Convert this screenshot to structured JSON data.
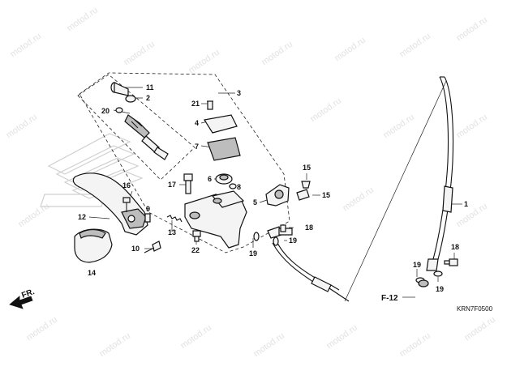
{
  "watermark_text": "motod.ru",
  "callouts": {
    "n1": "1",
    "n2": "2",
    "n3": "3",
    "n4": "4",
    "n5": "5",
    "n6": "6",
    "n7": "7",
    "n8": "8",
    "n9": "9",
    "n10": "10",
    "n11": "11",
    "n12": "12",
    "n13": "13",
    "n14": "14",
    "n15a": "15",
    "n15b": "15",
    "n16": "16",
    "n17": "17",
    "n18a": "18",
    "n18b": "18",
    "n19a": "19",
    "n19b": "19",
    "n19c": "19",
    "n19d": "19",
    "n20": "20",
    "n21": "21",
    "n22": "22"
  },
  "references": {
    "front_arrow": "FR.",
    "section_ref": "F-12",
    "diagram_code": "KRN7F0500"
  },
  "colors": {
    "line": "#111111",
    "watermark": "#e2e2e2",
    "logo": "#cfcfcf"
  },
  "icons": {
    "front_arrow": "arrow-left-fr-icon",
    "logo": "honda-wing-logo"
  }
}
